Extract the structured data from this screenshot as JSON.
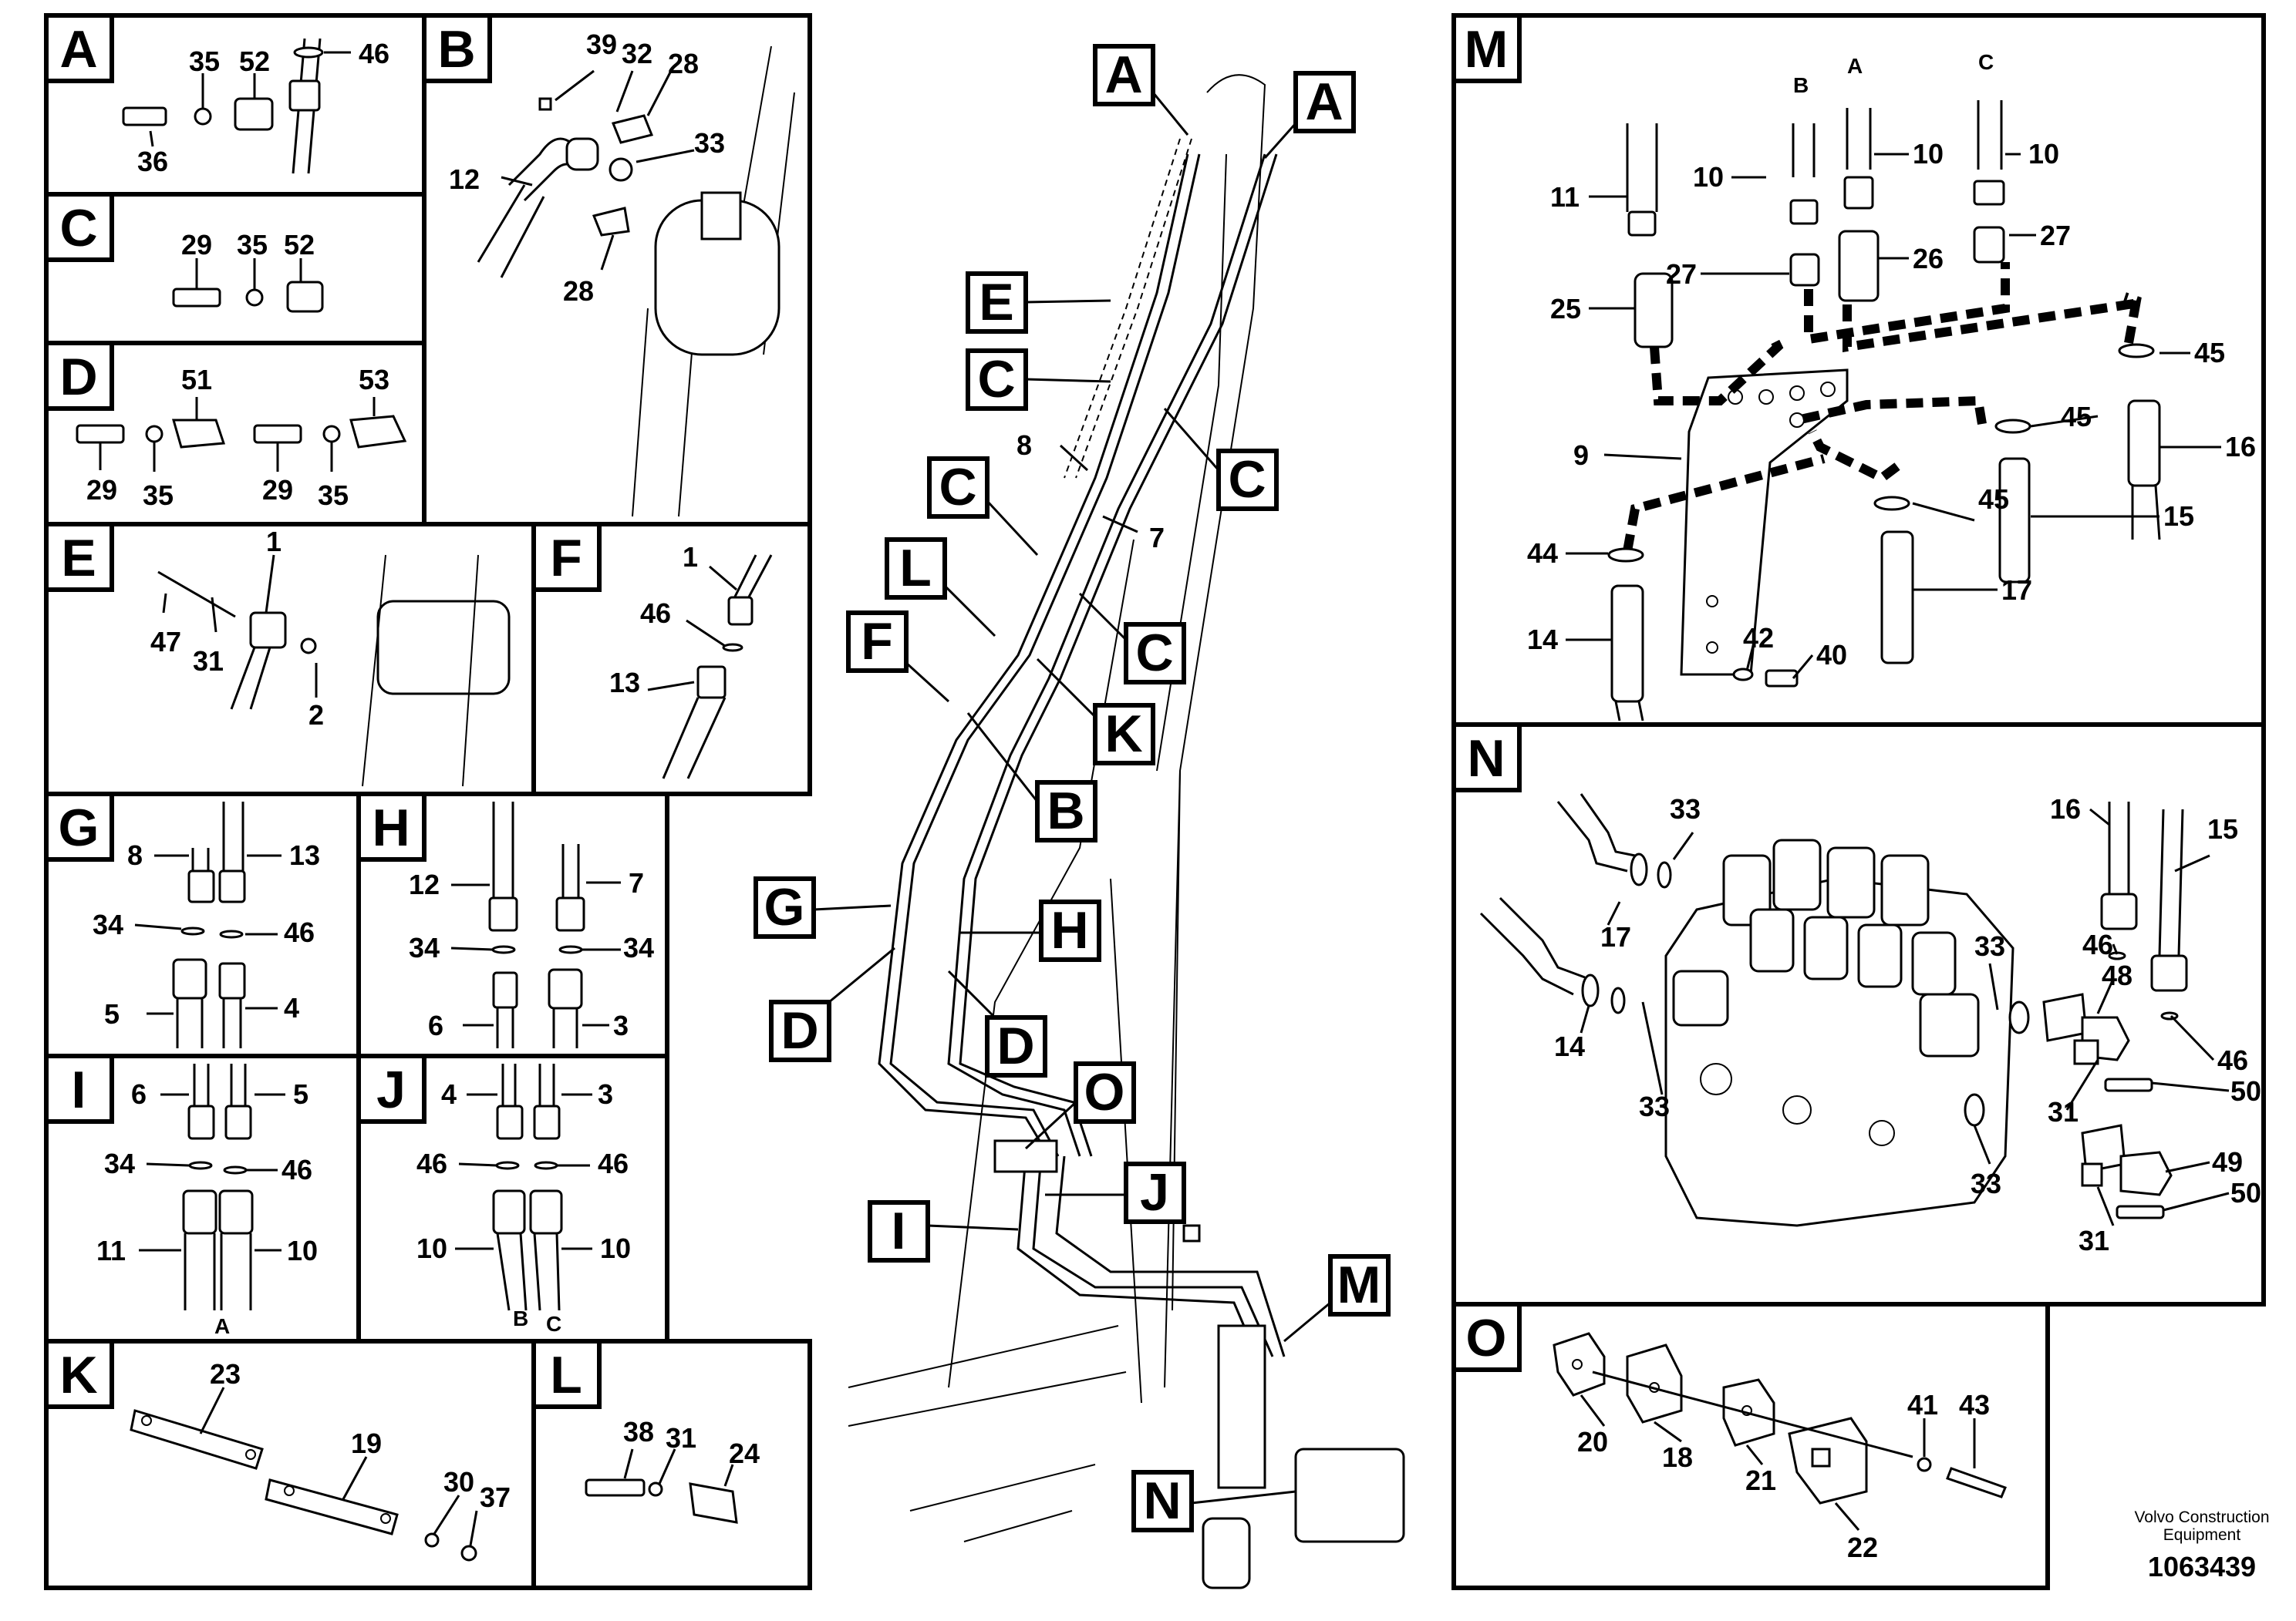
{
  "panels": {
    "A": {
      "tag": "A",
      "labels": [
        "35",
        "52",
        "46",
        "36"
      ]
    },
    "B": {
      "tag": "B",
      "labels": [
        "39",
        "32",
        "28",
        "33",
        "12",
        "28"
      ]
    },
    "C": {
      "tag": "C",
      "labels": [
        "29",
        "35",
        "52"
      ]
    },
    "D": {
      "tag": "D",
      "labels": [
        "51",
        "53",
        "29",
        "35",
        "29",
        "35"
      ]
    },
    "E": {
      "tag": "E",
      "labels": [
        "1",
        "47",
        "31",
        "2"
      ]
    },
    "F": {
      "tag": "F",
      "labels": [
        "1",
        "46",
        "13"
      ]
    },
    "G": {
      "tag": "G",
      "labels": [
        "8",
        "13",
        "34",
        "46",
        "5",
        "4"
      ]
    },
    "H": {
      "tag": "H",
      "labels": [
        "12",
        "7",
        "34",
        "34",
        "6",
        "3"
      ]
    },
    "I": {
      "tag": "I",
      "labels": [
        "6",
        "5",
        "34",
        "46",
        "11",
        "10",
        "A"
      ]
    },
    "J": {
      "tag": "J",
      "labels": [
        "4",
        "3",
        "46",
        "46",
        "10",
        "10",
        "B",
        "C"
      ]
    },
    "K": {
      "tag": "K",
      "labels": [
        "23",
        "19",
        "30",
        "37"
      ]
    },
    "L": {
      "tag": "L",
      "labels": [
        "38",
        "31",
        "24"
      ]
    },
    "M": {
      "tag": "M",
      "labels": [
        "B",
        "A",
        "C",
        "11",
        "10",
        "10",
        "10",
        "27",
        "26",
        "27",
        "25",
        "45",
        "45",
        "16",
        "9",
        "45",
        "15",
        "44",
        "17",
        "14",
        "42",
        "40"
      ]
    },
    "N": {
      "tag": "N",
      "labels": [
        "33",
        "16",
        "15",
        "17",
        "33",
        "46",
        "48",
        "14",
        "33",
        "46",
        "50",
        "31",
        "49",
        "33",
        "31",
        "50"
      ]
    },
    "O": {
      "tag": "O",
      "labels": [
        "41",
        "43",
        "20",
        "18",
        "21",
        "22"
      ]
    }
  },
  "overview": {
    "callouts": [
      "A",
      "A",
      "E",
      "C",
      "C",
      "C",
      "L",
      "C",
      "F",
      "K",
      "B",
      "G",
      "H",
      "D",
      "D",
      "O",
      "J",
      "I",
      "M",
      "N"
    ],
    "labels": [
      "8",
      "7"
    ]
  },
  "footer": {
    "credit_line1": "Volvo Construction",
    "credit_line2": "Equipment",
    "doc_number": "1063439"
  }
}
